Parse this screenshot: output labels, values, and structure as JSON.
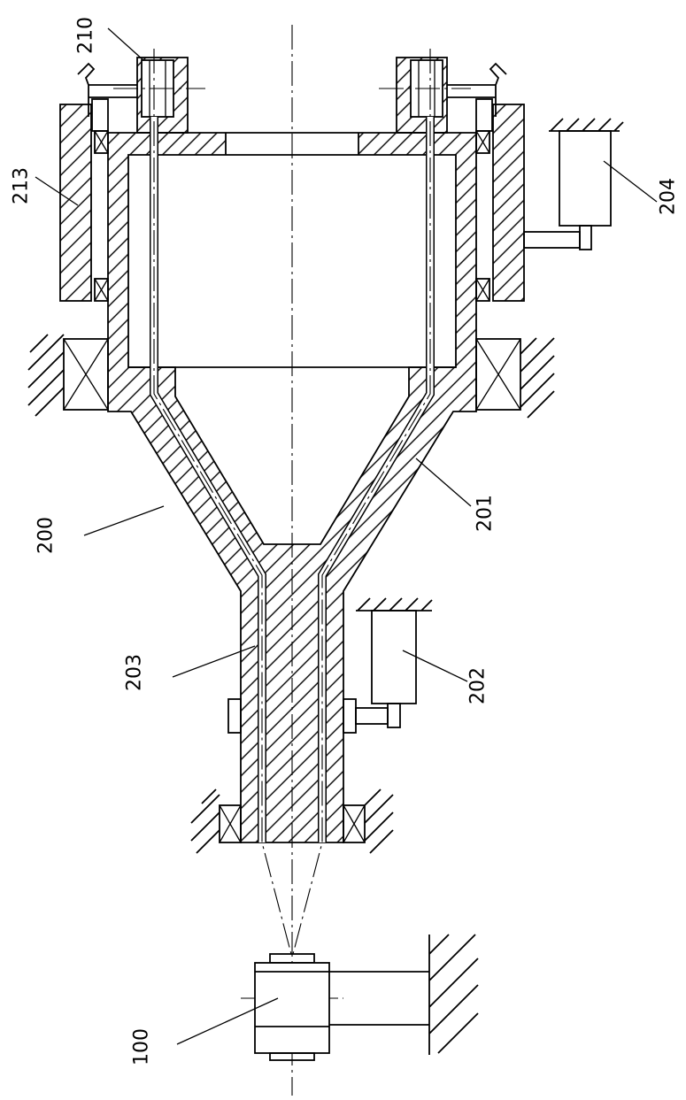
{
  "colors": {
    "line": "#000000",
    "paper": "#ffffff"
  },
  "callouts": [
    "210",
    "213",
    "204",
    "201",
    "200",
    "203",
    "202",
    "100"
  ]
}
